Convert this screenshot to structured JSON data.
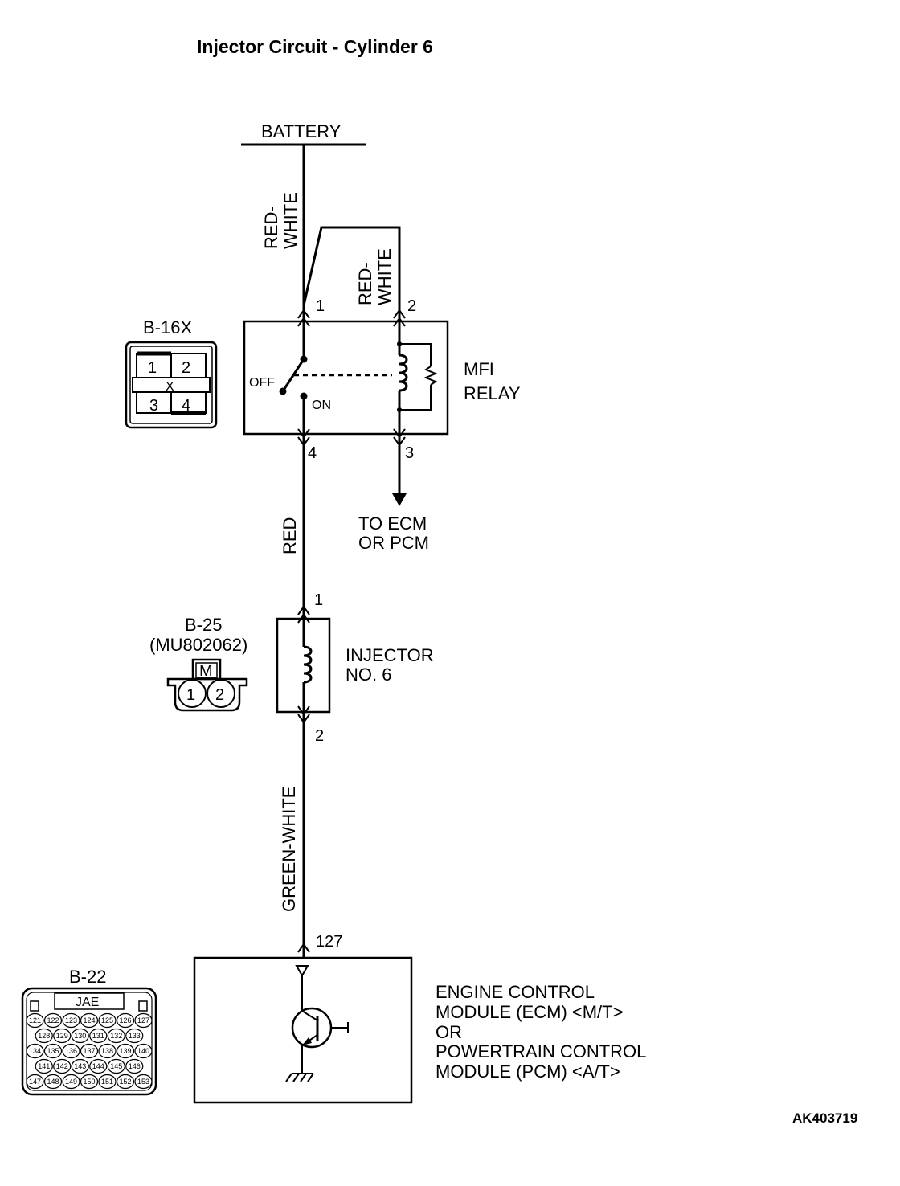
{
  "title": "Injector Circuit - Cylinder 6",
  "figure_id": "AK403719",
  "battery_label": "BATTERY",
  "wires": {
    "battery_to_relay": "RED-WHITE",
    "relay_pin2_line1": "RED-",
    "relay_pin2_line2": "WHITE",
    "battery_line1": "RED-",
    "battery_line2": "WHITE",
    "relay_to_injector": "RED",
    "injector_to_ecm": "GREEN-WHITE"
  },
  "relay": {
    "name_line1": "MFI",
    "name_line2": "RELAY",
    "switch_off": "OFF",
    "switch_on": "ON",
    "pins": [
      "1",
      "2",
      "4",
      "3"
    ],
    "connector": "B-16X",
    "connector_pins": [
      "1",
      "2",
      "3",
      "4"
    ],
    "connector_mark": "X"
  },
  "to_ecm": {
    "line1": "TO ECM",
    "line2": "OR PCM"
  },
  "injector": {
    "name_line1": "INJECTOR",
    "name_line2": "NO. 6",
    "pin_top": "1",
    "pin_bottom": "2",
    "connector": "B-25",
    "part_number": "(MU802062)",
    "connector_mark": "M",
    "connector_pins": [
      "1",
      "2"
    ]
  },
  "ecm": {
    "pin": "127",
    "line1": "ENGINE CONTROL",
    "line2": "MODULE (ECM) <M/T>",
    "line3": "OR",
    "line4": "POWERTRAIN CONTROL",
    "line5": "MODULE (PCM) <A/T>",
    "connector": "B-22",
    "connector_brand": "JAE",
    "connector_rows": [
      [
        "121",
        "122",
        "123",
        "124",
        "125",
        "126",
        "127"
      ],
      [
        "128",
        "129",
        "130",
        "131",
        "132",
        "133"
      ],
      [
        "134",
        "135",
        "136",
        "137",
        "138",
        "139",
        "140"
      ],
      [
        "141",
        "142",
        "143",
        "144",
        "145",
        "146"
      ],
      [
        "147",
        "148",
        "149",
        "150",
        "151",
        "152",
        "153"
      ]
    ]
  }
}
